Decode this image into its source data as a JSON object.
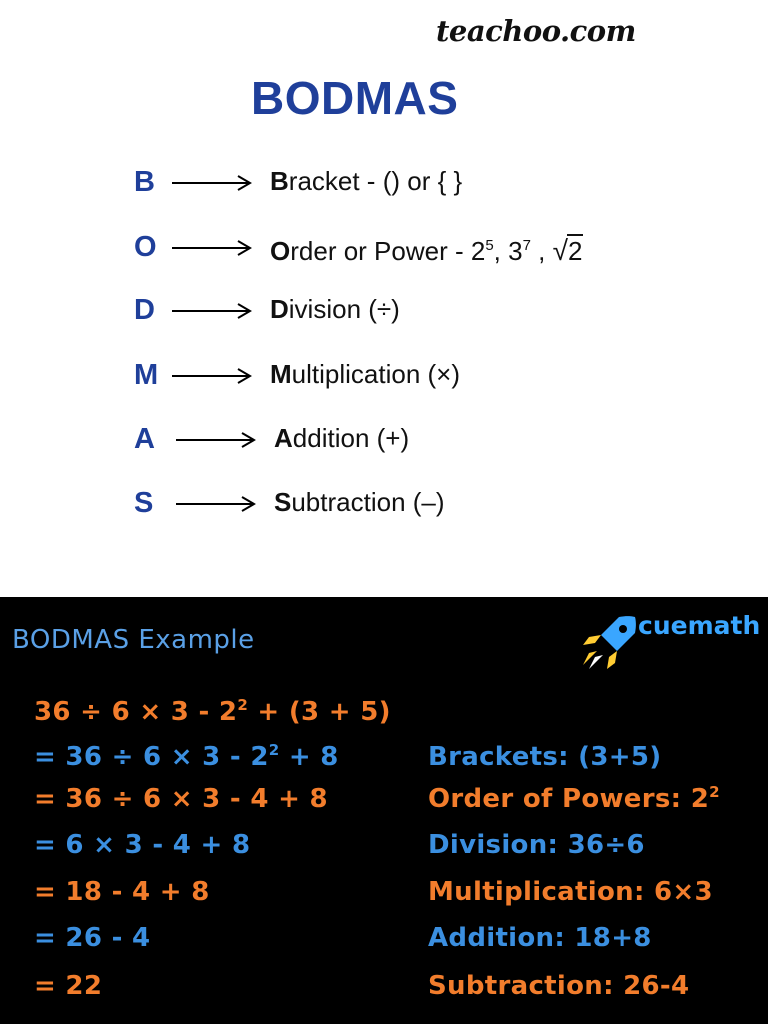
{
  "site": {
    "brand": "teachoo.com"
  },
  "bodmas": {
    "title": "BODMAS",
    "rows": [
      {
        "letter": "B",
        "initial": "B",
        "rest": "racket - () or { }"
      },
      {
        "letter": "O",
        "initial": "O",
        "rest": "rder or Power -  2",
        "sup1": "5",
        "mid": ", 3",
        "sup2": "7",
        "tail": " , ",
        "root": "2"
      },
      {
        "letter": "D",
        "initial": "D",
        "rest": "ivision (÷)"
      },
      {
        "letter": "M",
        "initial": "M",
        "rest": "ultiplication (×)"
      },
      {
        "letter": "A",
        "initial": "A",
        "rest": "ddition (+)"
      },
      {
        "letter": "S",
        "initial": "S",
        "rest": "ubtraction (–)"
      }
    ]
  },
  "example": {
    "title": "BODMAS Example",
    "logo_text": "cuemath",
    "expression": {
      "pre": "36 ÷ 6 × 3 - 2",
      "sup": "2",
      "post": " + (3 + 5)"
    },
    "steps": [
      {
        "pre": "= 36 ÷ 6 × 3 - 2",
        "sup": "2",
        "post": " + 8",
        "color": "blue"
      },
      {
        "pre": "= 36 ÷ 6 × 3 - 4 + 8",
        "color": "orange"
      },
      {
        "pre": "= 6 × 3 - 4 + 8",
        "color": "blue"
      },
      {
        "pre": "= 18 - 4 + 8",
        "color": "orange"
      },
      {
        "pre": "= 26 - 4",
        "color": "blue"
      },
      {
        "pre": "= 22",
        "color": "orange"
      }
    ],
    "labels": [
      {
        "pre": "Brackets: (3+5)",
        "color": "blue"
      },
      {
        "pre": "Order of Powers: 2",
        "sup": "2",
        "color": "orange"
      },
      {
        "pre": "Division: 36÷6",
        "color": "blue"
      },
      {
        "pre": "Multiplication: 6×3",
        "color": "orange"
      },
      {
        "pre": "Addition: 18+8",
        "color": "blue"
      },
      {
        "pre": "Subtraction: 26-4",
        "color": "orange"
      }
    ]
  },
  "colors": {
    "navy": "#1f3f9a",
    "orange": "#f27d2c",
    "blue": "#3b8fe0",
    "title_blue": "#5aa0e6"
  }
}
